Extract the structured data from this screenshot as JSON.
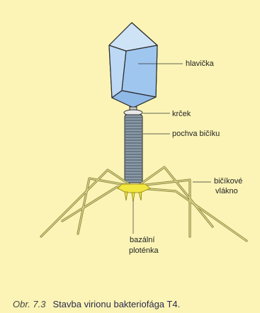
{
  "labels": {
    "head": "hlavička",
    "collar": "krček",
    "sheath": "pochva bičíku",
    "tail_fiber_line1": "bičíkové",
    "tail_fiber_line2": "vlákno",
    "base_plate_line1": "bazální",
    "base_plate_line2": "ploténka"
  },
  "caption": {
    "figure_number": "Obr. 7.3",
    "text": "Stavba virionu bakteriofága T4."
  },
  "colors": {
    "background": "#fbf4b6",
    "head_fill": "#a9cdf0",
    "sheath_fill": "#8a9aa8",
    "base_plate": "#f2e640",
    "fibers": "#b8b260",
    "outline": "#2b2b2b"
  }
}
